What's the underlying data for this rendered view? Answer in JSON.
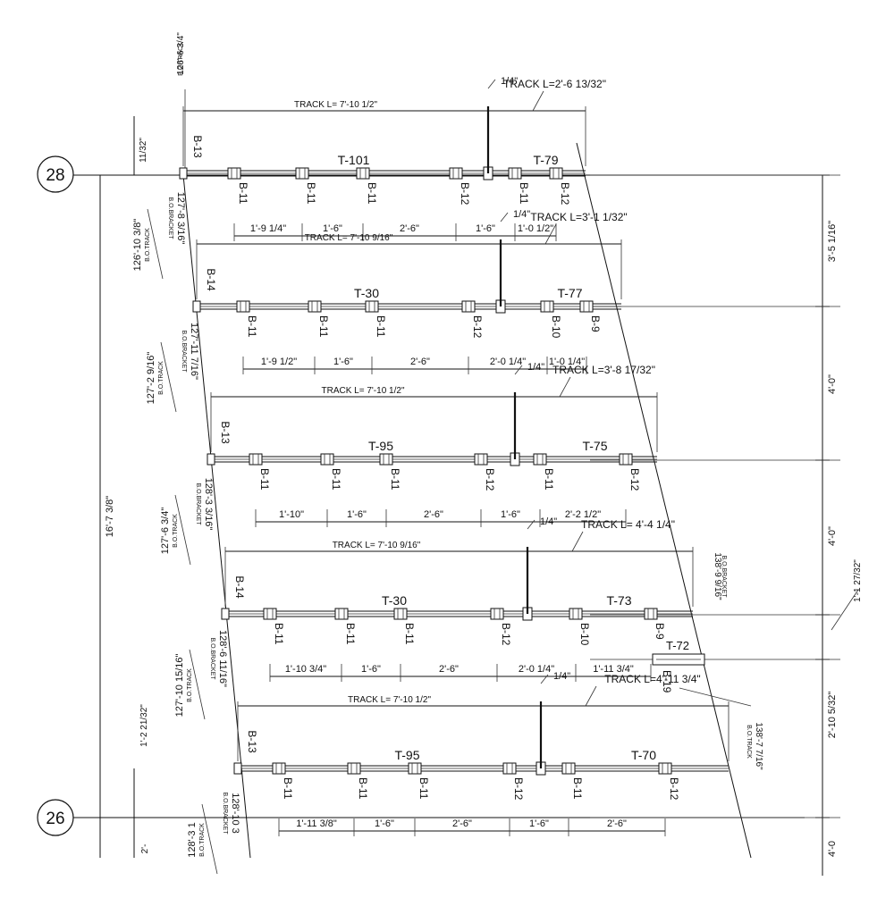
{
  "grid_bubbles": [
    "28",
    "26"
  ],
  "overall_dims": {
    "left_total": "16'-7 3/8\"",
    "top_offset": "11/32\"",
    "top_elev": "126'-6 3/4\"",
    "top_elev_note": "B.O.TRACK",
    "bottom_left_offset": "1'-2 21/32\"",
    "bottom_left_cut": "2'-",
    "right_rows": [
      "3'-5 1/16\"",
      "4'-0\"",
      "4'-0\"",
      "2'-10 5/32\"",
      "4'-0"
    ],
    "right_extra": "1'-1 27/32\""
  },
  "rows": [
    {
      "track_left_label": "TRACK L=  7'-10 1/2\"",
      "track_right_label": "TRACK L=2'-6 13/32\"",
      "gap": "1/4\"",
      "end_bracket": "B-13",
      "main_tag": "T-101",
      "right_tag": "T-79",
      "brackets": [
        "B-11",
        "B-11",
        "B-11",
        "B-12",
        "B-11",
        "B-12"
      ],
      "spacings": [
        "1'-9 1/4\"",
        "1'-6\"",
        "2'-6\"",
        "1'-6\"",
        "1'-0 1/2\""
      ],
      "elev_track": "126'-10 3/8\"",
      "elev_bracket": "127'-8 3/16\""
    },
    {
      "track_left_label": "TRACK L= 7'-10 9/16\"",
      "track_right_label": "TRACK L=3'-1 1/32\"",
      "gap": "1/4\"",
      "end_bracket": "B-14",
      "main_tag": "T-30",
      "right_tag": "T-77",
      "brackets": [
        "B-11",
        "B-11",
        "B-11",
        "B-12",
        "B-10",
        "B-9"
      ],
      "spacings": [
        "1'-9 1/2\"",
        "1'-6\"",
        "2'-6\"",
        "2'-0 1/4\"",
        "1'-0 1/4\""
      ],
      "elev_track": "127'-2 9/16\"",
      "elev_bracket": "127'-11 7/16\""
    },
    {
      "track_left_label": "TRACK L=  7'-10 1/2\"",
      "track_right_label": "TRACK L=3'-8 17/32\"",
      "gap": "1/4\"",
      "end_bracket": "B-13",
      "main_tag": "T-95",
      "right_tag": "T-75",
      "brackets": [
        "B-11",
        "B-11",
        "B-11",
        "B-12",
        "B-11",
        "B-12"
      ],
      "spacings": [
        "1'-10\"",
        "1'-6\"",
        "2'-6\"",
        "1'-6\"",
        "2'-2 1/2\""
      ],
      "elev_track": "127'-6 3/4\"",
      "elev_bracket": "128'-3 3/16\""
    },
    {
      "track_left_label": "TRACK L= 7'-10 9/16\"",
      "track_right_label": "TRACK L= 4'-4 1/4\"",
      "gap": "1/4\"",
      "end_bracket": "B-14",
      "main_tag": "T-30",
      "right_tag": "T-73",
      "brackets": [
        "B-11",
        "B-11",
        "B-11",
        "B-12",
        "B-10",
        "B-9"
      ],
      "spacings": [
        "1'-10 3/4\"",
        "1'-6\"",
        "2'-6\"",
        "2'-0 1/4\"",
        "1'-11 3/4\""
      ],
      "elev_track": "127'-10 15/16\"",
      "elev_bracket": "128'-6 11/16\"",
      "extra_tag": "T-72",
      "extra_bracket": "B-19",
      "right_elev_bracket": "138'-9 9/16\"",
      "right_elev_track": "138'-7 7/16\""
    },
    {
      "track_left_label": "TRACK L=  7'-10 1/2\"",
      "track_right_label": "TRACK L=4'-11 3/4\"",
      "gap": "1/4\"",
      "end_bracket": "B-13",
      "main_tag": "T-95",
      "right_tag": "T-70",
      "brackets": [
        "B-11",
        "B-11",
        "B-11",
        "B-12",
        "B-11",
        "B-12"
      ],
      "spacings": [
        "1'-11 3/8\"",
        "1'-6\"",
        "2'-6\"",
        "1'-6\"",
        "2'-6\""
      ],
      "elev_track": "128'-3 1",
      "elev_bracket": "128'-10 3"
    }
  ],
  "notes": {
    "bo_track": "B.O.TRACK",
    "bo_bracket": "B.O.BRACKET"
  }
}
